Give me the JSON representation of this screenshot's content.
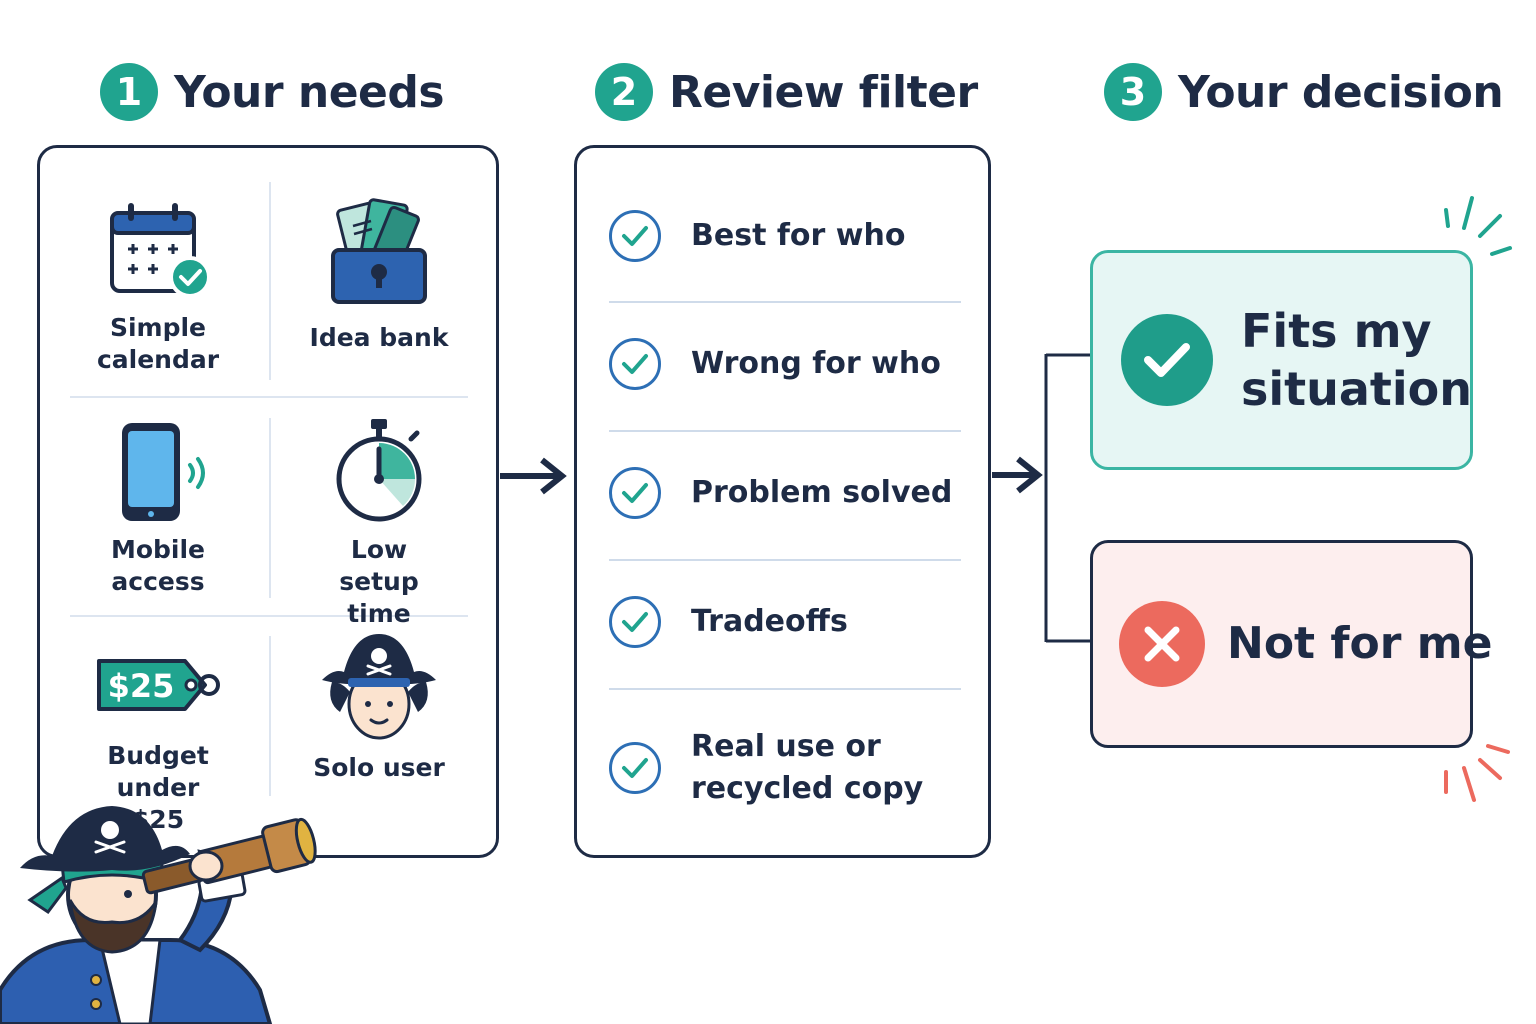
{
  "steps": [
    {
      "number": "1",
      "label": "Your needs"
    },
    {
      "number": "2",
      "label": "Review filter"
    },
    {
      "number": "3",
      "label": "Your decision"
    }
  ],
  "needs": [
    {
      "label": "Simple calendar",
      "icon": "calendar-check-icon"
    },
    {
      "label": "Idea bank",
      "icon": "idea-bank-box-icon"
    },
    {
      "label": "Mobile access",
      "icon": "mobile-phone-icon"
    },
    {
      "label": "Low setup time",
      "icon": "stopwatch-icon"
    },
    {
      "label": "Budget under $25",
      "icon": "price-tag-icon",
      "tag_text": "$25"
    },
    {
      "label": "Solo user",
      "icon": "pirate-avatar-icon"
    }
  ],
  "filters": [
    {
      "label": "Best for who"
    },
    {
      "label": "Wrong for who"
    },
    {
      "label": "Problem solved"
    },
    {
      "label": "Tradeoffs"
    },
    {
      "label": "Real use or recycled copy"
    }
  ],
  "decisions": {
    "fit": {
      "label": "Fits my situation",
      "icon": "check-icon"
    },
    "not_fit": {
      "label": "Not for me",
      "icon": "x-icon"
    }
  },
  "colors": {
    "navy": "#1e2b45",
    "teal": "#20a48f",
    "blue": "#2d6fb5",
    "fit_bg": "#e6f6f4",
    "fit_border": "#3bb5a3",
    "notfit_bg": "#fdeeee",
    "coral": "#ec6a5e"
  }
}
